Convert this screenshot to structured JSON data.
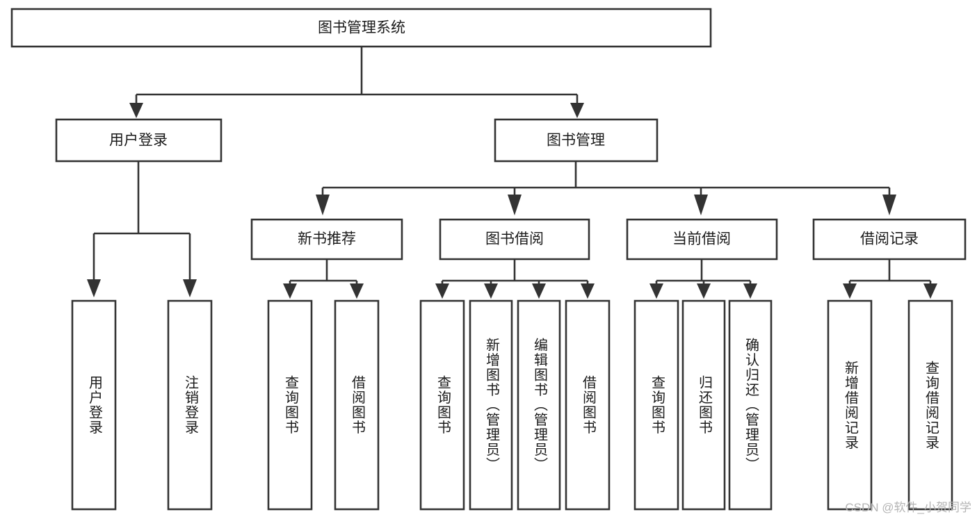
{
  "diagram": {
    "title": "图书管理系统",
    "watermark": "CSDN @软件_小贺同学",
    "colors": {
      "stroke": "#333333",
      "fill": "#ffffff",
      "text": "#1a1a1a",
      "watermark": "#b4b4b4"
    },
    "root": {
      "label": "图书管理系统"
    },
    "level1": [
      {
        "label": "用户登录"
      },
      {
        "label": "图书管理"
      }
    ],
    "level2": [
      {
        "label": "新书推荐"
      },
      {
        "label": "图书借阅"
      },
      {
        "label": "当前借阅"
      },
      {
        "label": "借阅记录"
      }
    ],
    "leaves": {
      "user_login": [
        {
          "label": "用户登录"
        },
        {
          "label": "注销登录"
        }
      ],
      "new_book_recommend": [
        {
          "label": "查询图书"
        },
        {
          "label": "借阅图书"
        }
      ],
      "book_borrow": [
        {
          "label": "查询图书"
        },
        {
          "label": "新增图书（管理员）"
        },
        {
          "label": "编辑图书（管理员）"
        },
        {
          "label": "借阅图书"
        }
      ],
      "current_borrow": [
        {
          "label": "查询图书"
        },
        {
          "label": "归还图书"
        },
        {
          "label": "确认归还（管理员）"
        }
      ],
      "borrow_record": [
        {
          "label": "新增借阅记录"
        },
        {
          "label": "查询借阅记录"
        }
      ]
    }
  }
}
